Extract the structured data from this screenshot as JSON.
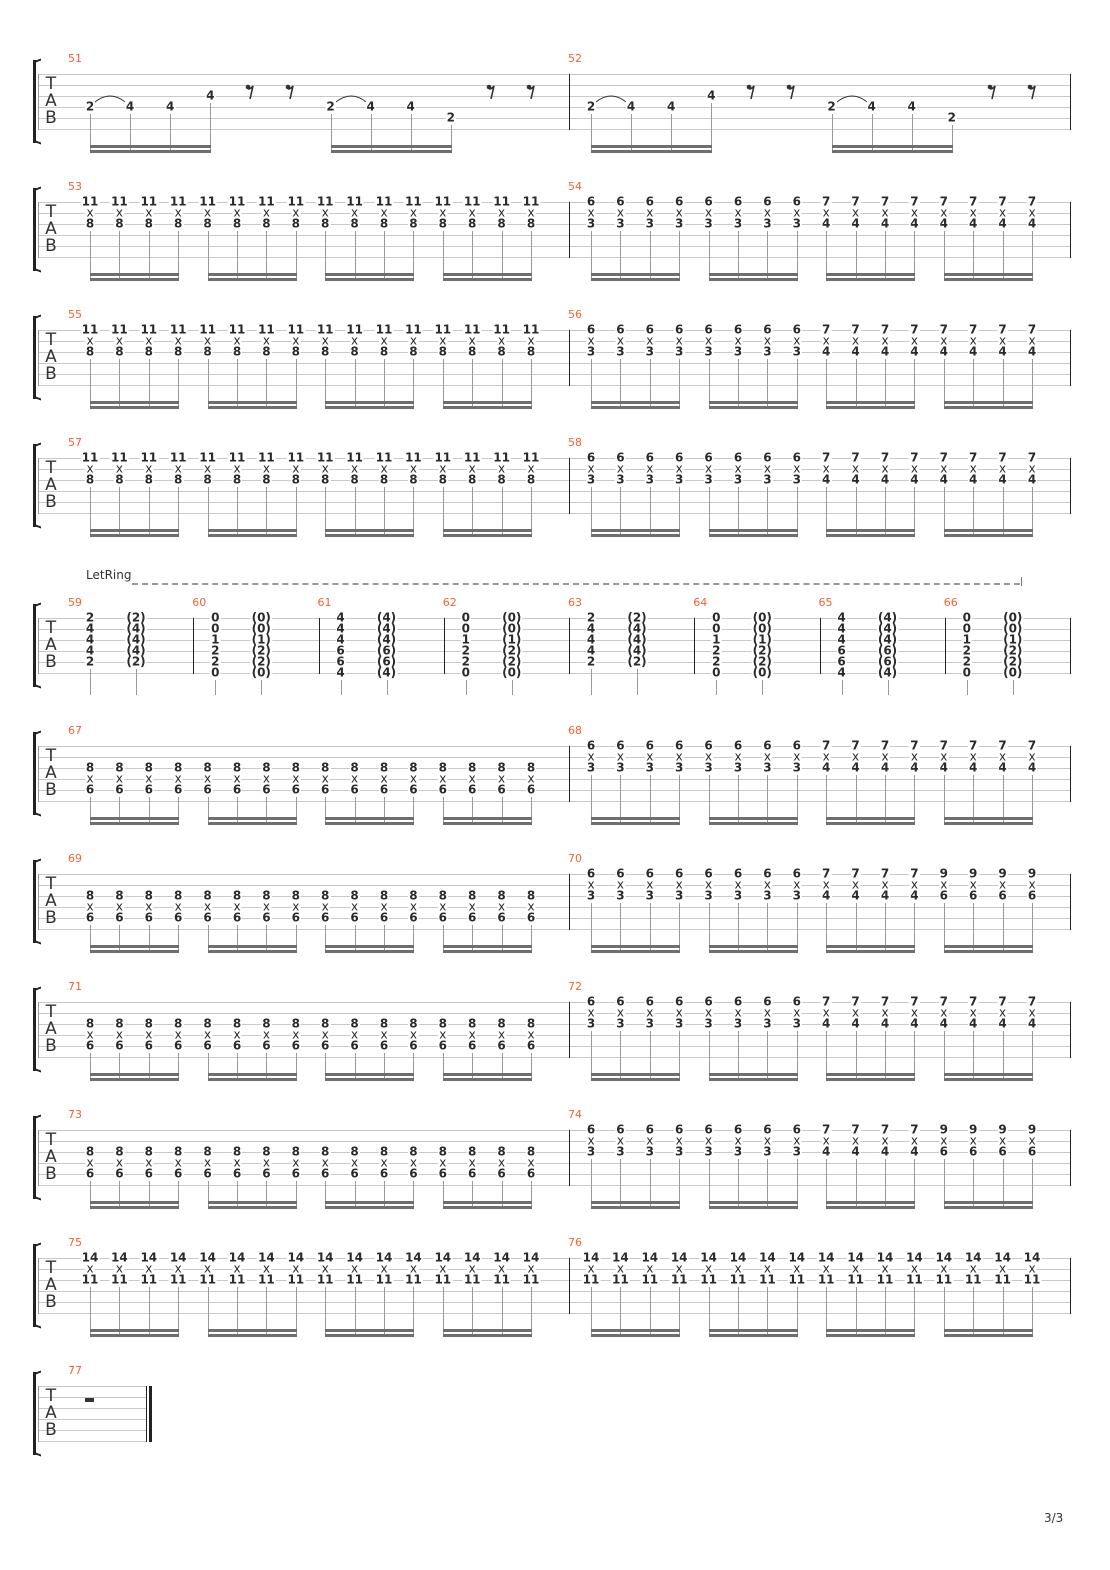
{
  "clef": [
    "T",
    "A",
    "B"
  ],
  "page_number": "3/3",
  "letring_label": "LetRing",
  "systems": [
    {
      "measures": [
        {
          "number": "51",
          "notes": [
            {
              "f": [
                "",
                "",
                "",
                "2",
                "",
                ""
              ],
              "tie": true
            },
            {
              "f": [
                "",
                "",
                "",
                "4",
                "",
                ""
              ]
            },
            {
              "f": [
                "",
                "",
                "",
                "4",
                "",
                ""
              ]
            },
            {
              "f": [
                "",
                "",
                "4",
                "",
                "",
                ""
              ]
            },
            {
              "rest": "eighth"
            },
            {
              "rest": "eighth"
            },
            {
              "f": [
                "",
                "",
                "",
                "2",
                "",
                ""
              ],
              "tie": true
            },
            {
              "f": [
                "",
                "",
                "",
                "4",
                "",
                ""
              ]
            },
            {
              "f": [
                "",
                "",
                "",
                "4",
                "",
                ""
              ]
            },
            {
              "f": [
                "",
                "",
                "",
                "",
                "2",
                ""
              ]
            },
            {
              "rest": "eighth"
            },
            {
              "rest": "eighth"
            }
          ],
          "beams": [
            [
              0,
              3
            ],
            [
              6,
              9
            ]
          ]
        },
        {
          "number": "52",
          "notes": [
            {
              "f": [
                "",
                "",
                "",
                "2",
                "",
                ""
              ],
              "tie": true
            },
            {
              "f": [
                "",
                "",
                "",
                "4",
                "",
                ""
              ]
            },
            {
              "f": [
                "",
                "",
                "",
                "4",
                "",
                ""
              ]
            },
            {
              "f": [
                "",
                "",
                "4",
                "",
                "",
                ""
              ]
            },
            {
              "rest": "eighth"
            },
            {
              "rest": "eighth"
            },
            {
              "f": [
                "",
                "",
                "",
                "2",
                "",
                ""
              ],
              "tie": true
            },
            {
              "f": [
                "",
                "",
                "",
                "4",
                "",
                ""
              ]
            },
            {
              "f": [
                "",
                "",
                "",
                "4",
                "",
                ""
              ]
            },
            {
              "f": [
                "",
                "",
                "",
                "",
                "2",
                ""
              ]
            },
            {
              "rest": "eighth"
            },
            {
              "rest": "eighth"
            }
          ],
          "beams": [
            [
              0,
              3
            ],
            [
              6,
              9
            ]
          ]
        }
      ]
    },
    {
      "measures": [
        {
          "number": "53",
          "notes": [
            {
              "f": [
                "11",
                "x",
                "8",
                "",
                "",
                ""
              ],
              "repeat": 16
            }
          ],
          "beam": 4
        },
        {
          "number": "54",
          "notes": [
            {
              "f": [
                "6",
                "x",
                "3",
                "",
                "",
                ""
              ],
              "repeat": 8
            },
            {
              "f": [
                "7",
                "x",
                "4",
                "",
                "",
                ""
              ],
              "repeat": 8
            }
          ],
          "beam": 4
        }
      ]
    },
    {
      "measures": [
        {
          "number": "55",
          "notes": [
            {
              "f": [
                "11",
                "x",
                "8",
                "",
                "",
                ""
              ],
              "repeat": 16
            }
          ],
          "beam": 4
        },
        {
          "number": "56",
          "notes": [
            {
              "f": [
                "6",
                "x",
                "3",
                "",
                "",
                ""
              ],
              "repeat": 8
            },
            {
              "f": [
                "7",
                "x",
                "4",
                "",
                "",
                ""
              ],
              "repeat": 8
            }
          ],
          "beam": 4
        }
      ]
    },
    {
      "measures": [
        {
          "number": "57",
          "notes": [
            {
              "f": [
                "11",
                "x",
                "8",
                "",
                "",
                ""
              ],
              "repeat": 16
            }
          ],
          "beam": 4
        },
        {
          "number": "58",
          "notes": [
            {
              "f": [
                "6",
                "x",
                "3",
                "",
                "",
                ""
              ],
              "repeat": 8
            },
            {
              "f": [
                "7",
                "x",
                "4",
                "",
                "",
                ""
              ],
              "repeat": 8
            }
          ],
          "beam": 4
        }
      ]
    },
    {
      "letring": true,
      "measures": [
        {
          "number": "59",
          "notes": [
            {
              "f": [
                "2",
                "4",
                "4",
                "4",
                "2",
                ""
              ]
            },
            {
              "f": [
                "(2)",
                "(4)",
                "(4)",
                "(4)",
                "(2)",
                ""
              ]
            }
          ]
        },
        {
          "number": "60",
          "notes": [
            {
              "f": [
                "0",
                "0",
                "1",
                "2",
                "2",
                "0"
              ]
            },
            {
              "f": [
                "(0)",
                "(0)",
                "(1)",
                "(2)",
                "(2)",
                "(0)"
              ]
            }
          ]
        },
        {
          "number": "61",
          "notes": [
            {
              "f": [
                "4",
                "4",
                "4",
                "6",
                "6",
                "4"
              ]
            },
            {
              "f": [
                "(4)",
                "(4)",
                "(4)",
                "(6)",
                "(6)",
                "(4)"
              ]
            }
          ]
        },
        {
          "number": "62",
          "notes": [
            {
              "f": [
                "0",
                "0",
                "1",
                "2",
                "2",
                "0"
              ]
            },
            {
              "f": [
                "(0)",
                "(0)",
                "(1)",
                "(2)",
                "(2)",
                "(0)"
              ]
            }
          ]
        },
        {
          "number": "63",
          "notes": [
            {
              "f": [
                "2",
                "4",
                "4",
                "4",
                "2",
                ""
              ]
            },
            {
              "f": [
                "(2)",
                "(4)",
                "(4)",
                "(4)",
                "(2)",
                ""
              ]
            }
          ]
        },
        {
          "number": "64",
          "notes": [
            {
              "f": [
                "0",
                "0",
                "1",
                "2",
                "2",
                "0"
              ]
            },
            {
              "f": [
                "(0)",
                "(0)",
                "(1)",
                "(2)",
                "(2)",
                "(0)"
              ]
            }
          ]
        },
        {
          "number": "65",
          "notes": [
            {
              "f": [
                "4",
                "4",
                "4",
                "6",
                "6",
                "4"
              ]
            },
            {
              "f": [
                "(4)",
                "(4)",
                "(4)",
                "(6)",
                "(6)",
                "(4)"
              ]
            }
          ]
        },
        {
          "number": "66",
          "notes": [
            {
              "f": [
                "0",
                "0",
                "1",
                "2",
                "2",
                "0"
              ]
            },
            {
              "f": [
                "(0)",
                "(0)",
                "(1)",
                "(2)",
                "(2)",
                "(0)"
              ]
            }
          ]
        }
      ]
    },
    {
      "measures": [
        {
          "number": "67",
          "notes": [
            {
              "f": [
                "",
                "",
                "8",
                "x",
                "6",
                ""
              ],
              "repeat": 16
            }
          ],
          "beam": 4
        },
        {
          "number": "68",
          "notes": [
            {
              "f": [
                "6",
                "x",
                "3",
                "",
                "",
                ""
              ],
              "repeat": 8
            },
            {
              "f": [
                "7",
                "x",
                "4",
                "",
                "",
                ""
              ],
              "repeat": 8
            }
          ],
          "beam": 4
        }
      ]
    },
    {
      "measures": [
        {
          "number": "69",
          "notes": [
            {
              "f": [
                "",
                "",
                "8",
                "x",
                "6",
                ""
              ],
              "repeat": 16
            }
          ],
          "beam": 4
        },
        {
          "number": "70",
          "notes": [
            {
              "f": [
                "6",
                "x",
                "3",
                "",
                "",
                ""
              ],
              "repeat": 8
            },
            {
              "f": [
                "7",
                "x",
                "4",
                "",
                "",
                ""
              ],
              "repeat": 4
            },
            {
              "f": [
                "9",
                "x",
                "6",
                "",
                "",
                ""
              ],
              "repeat": 4
            }
          ],
          "beam": 4
        }
      ]
    },
    {
      "measures": [
        {
          "number": "71",
          "notes": [
            {
              "f": [
                "",
                "",
                "8",
                "x",
                "6",
                ""
              ],
              "repeat": 16
            }
          ],
          "beam": 4
        },
        {
          "number": "72",
          "notes": [
            {
              "f": [
                "6",
                "x",
                "3",
                "",
                "",
                ""
              ],
              "repeat": 8
            },
            {
              "f": [
                "7",
                "x",
                "4",
                "",
                "",
                ""
              ],
              "repeat": 8
            }
          ],
          "beam": 4
        }
      ]
    },
    {
      "measures": [
        {
          "number": "73",
          "notes": [
            {
              "f": [
                "",
                "",
                "8",
                "x",
                "6",
                ""
              ],
              "repeat": 16
            }
          ],
          "beam": 4
        },
        {
          "number": "74",
          "notes": [
            {
              "f": [
                "6",
                "x",
                "3",
                "",
                "",
                ""
              ],
              "repeat": 8
            },
            {
              "f": [
                "7",
                "x",
                "4",
                "",
                "",
                ""
              ],
              "repeat": 4
            },
            {
              "f": [
                "9",
                "x",
                "6",
                "",
                "",
                ""
              ],
              "repeat": 4
            }
          ],
          "beam": 4
        }
      ]
    },
    {
      "measures": [
        {
          "number": "75",
          "notes": [
            {
              "f": [
                "14",
                "x",
                "11",
                "",
                "",
                ""
              ],
              "repeat": 16
            }
          ],
          "beam": 4
        },
        {
          "number": "76",
          "notes": [
            {
              "f": [
                "14",
                "x",
                "11",
                "",
                "",
                ""
              ],
              "repeat": 16
            }
          ],
          "beam": 4
        }
      ]
    },
    {
      "short": true,
      "final": true,
      "measures": [
        {
          "number": "77",
          "notes": [
            {
              "rest": "half"
            }
          ]
        }
      ]
    }
  ]
}
